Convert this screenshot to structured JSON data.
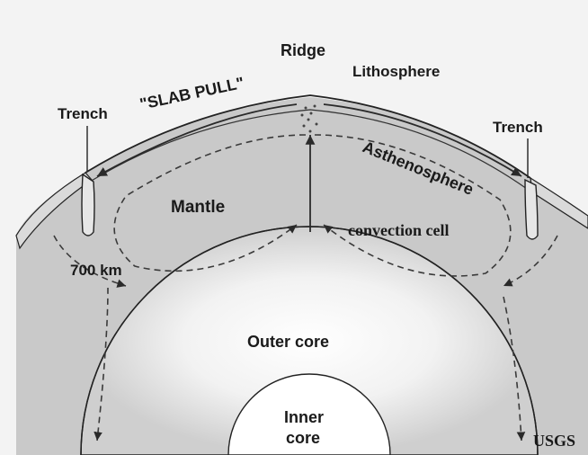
{
  "labels": {
    "ridge": "Ridge",
    "lithosphere": "Lithosphere",
    "slab_pull": "\"SLAB PULL\"",
    "trench_left": "Trench",
    "trench_right": "Trench",
    "asthenosphere": "Asthenosphere",
    "mantle": "Mantle",
    "convection_cell": "convection cell",
    "depth_700km": "700 km",
    "outer_core": "Outer core",
    "inner_core_line1": "Inner",
    "inner_core_line2": "core",
    "source": "USGS"
  },
  "colors": {
    "mantle_fill": "#c9c9c9",
    "outer_core_fill": "#dedede",
    "inner_core_fill": "#ffffff",
    "lithosphere_fill": "#d4d4d4",
    "line": "#222222",
    "background": "#f2f2f2"
  }
}
